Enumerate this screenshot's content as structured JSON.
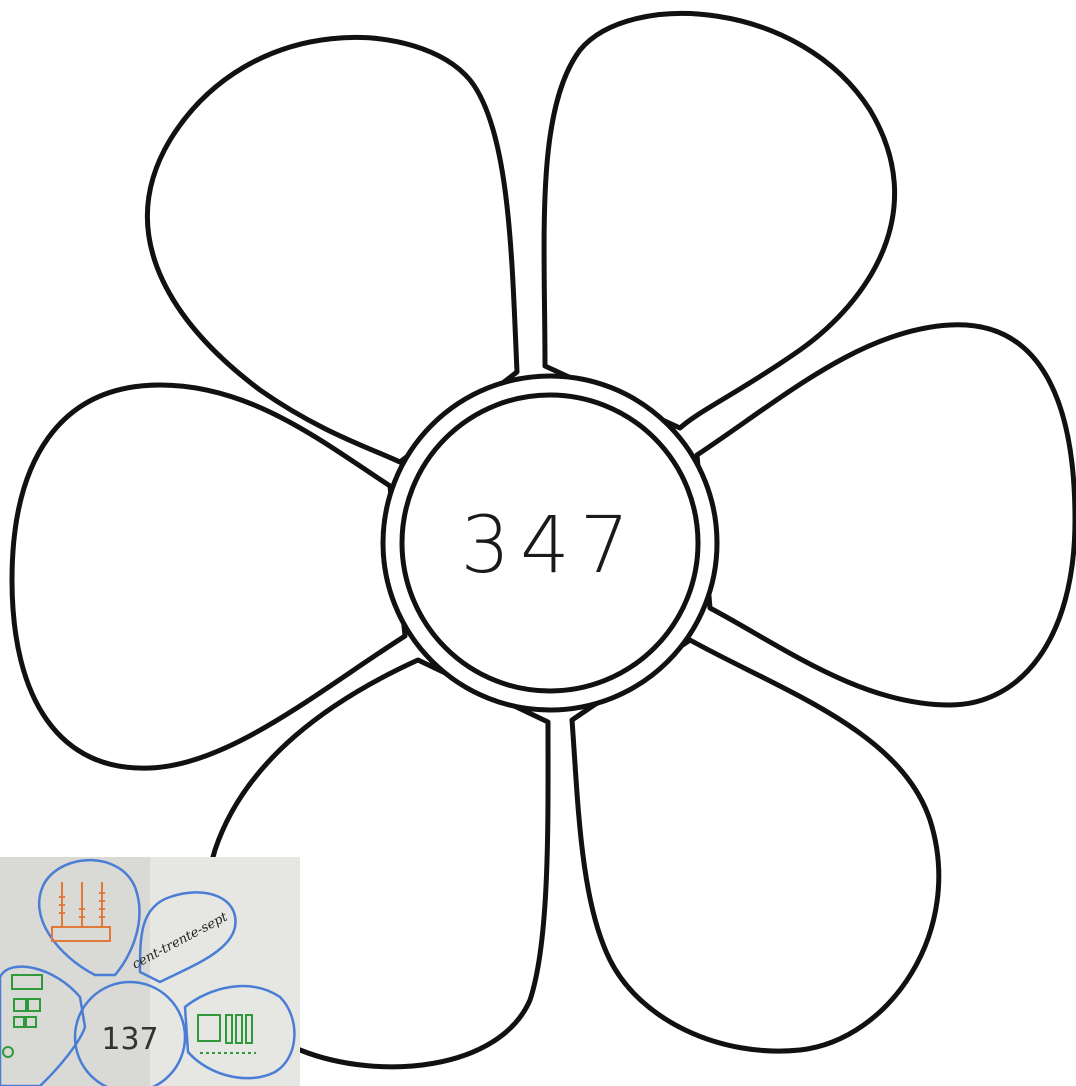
{
  "flower": {
    "center_number": "347",
    "petal_count": 6,
    "stroke_color": "#111111"
  },
  "example_photo": {
    "center_number": "137",
    "petal_word": "cent-trente-sept",
    "petal_colors": {
      "outline": "#4a7ed6",
      "abacus": "#e07a3a",
      "blocks": "#2f9a3a"
    }
  }
}
